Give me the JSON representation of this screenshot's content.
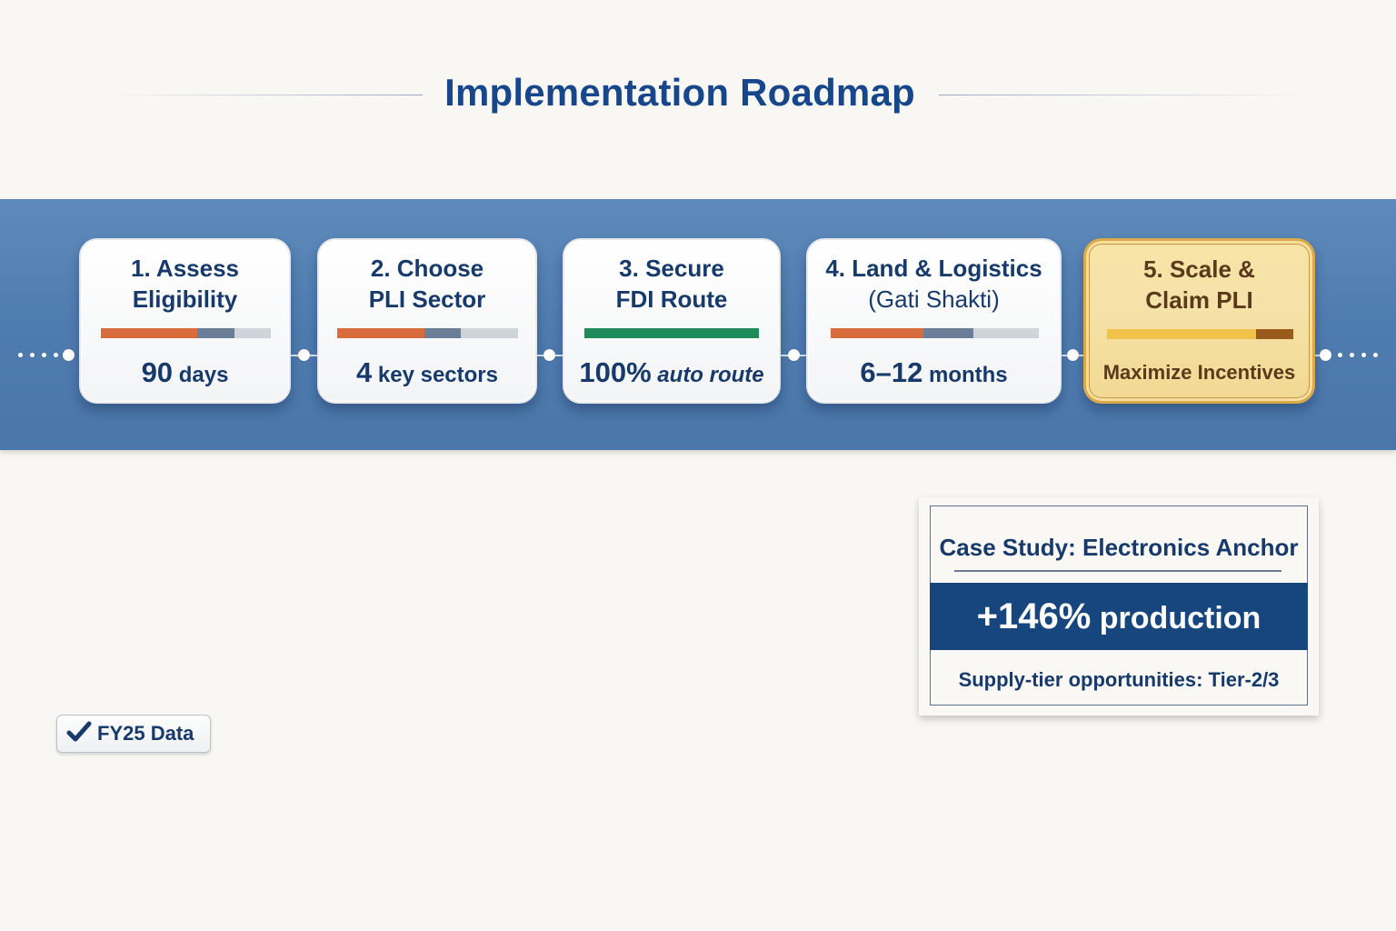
{
  "header": {
    "title": "Implementation Roadmap"
  },
  "roadmap": {
    "steps": [
      {
        "title_line1": "1. Assess",
        "title_line2": "Eligibility",
        "value_main": "90",
        "value_rest": " days",
        "progress": [
          {
            "color": "#d96c3c",
            "width": 106
          },
          {
            "color": "#6a7f97",
            "width": 41
          },
          {
            "color": "#cfd4da",
            "width": 40
          }
        ]
      },
      {
        "title_line1": "2. Choose",
        "title_line2": "PLI Sector",
        "value_main": "4",
        "value_rest": " key sectors",
        "progress": [
          {
            "color": "#d96c3c",
            "width": 96
          },
          {
            "color": "#6a7f97",
            "width": 40
          },
          {
            "color": "#cfd4da",
            "width": 63
          }
        ]
      },
      {
        "title_line1": "3. Secure",
        "title_line2": "FDI Route",
        "value_main": "100%",
        "value_rest": " auto route",
        "progress": [
          {
            "color": "#1f8a5a",
            "width": 192
          }
        ]
      },
      {
        "title_line1": "4. Land & Logistics",
        "title_line2": "(Gati Shakti)",
        "value_main": "6–12",
        "value_rest": " months",
        "progress": [
          {
            "color": "#d96c3c",
            "width": 102
          },
          {
            "color": "#6a7f97",
            "width": 55
          },
          {
            "color": "#cfd4da",
            "width": 72
          }
        ]
      },
      {
        "title_line1": "5. Scale &",
        "title_line2": "Claim PLI",
        "value_main": "",
        "value_rest": "Maximize Incentives",
        "progress": [
          {
            "color": "#f0c24a",
            "width": 164
          },
          {
            "color": "#9a5a1c",
            "width": 41
          }
        ]
      }
    ]
  },
  "case_study": {
    "title": "Case Study: Electronics Anchor",
    "headline_main": "+146%",
    "headline_rest": " production",
    "subtitle": "Supply-tier opportunities: Tier-2/3"
  },
  "badge": {
    "icon": "checkmark-icon",
    "label": "FY25 Data"
  },
  "colors": {
    "title": "#17468a",
    "banner": "#4f7cb0",
    "case_band": "#17467e",
    "gold_border": "#d9a94a",
    "progress_orange": "#d96c3c",
    "progress_slate": "#6a7f97",
    "progress_green": "#1f8a5a"
  }
}
